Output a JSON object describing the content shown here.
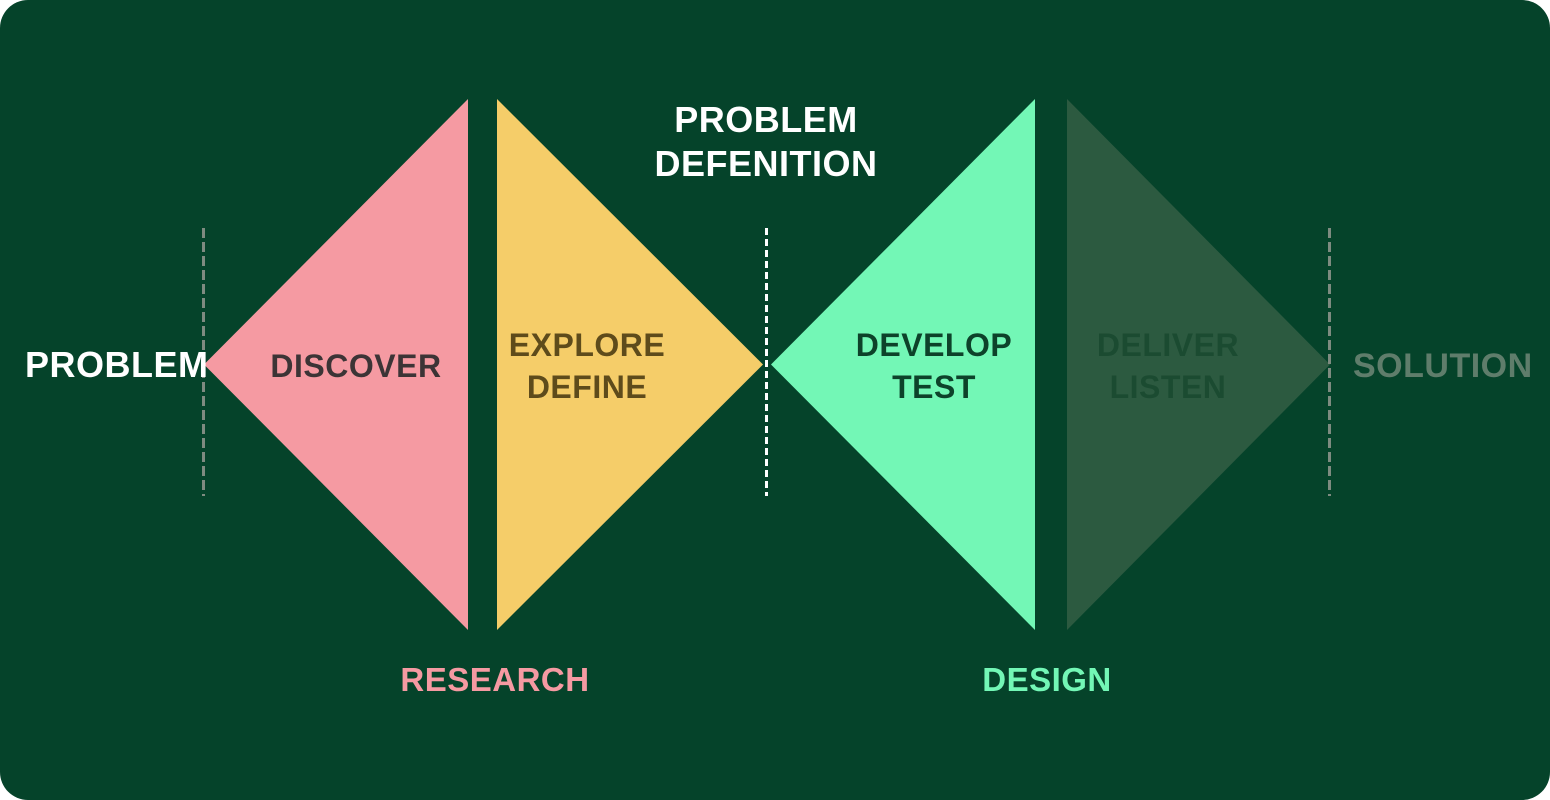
{
  "diagram": {
    "type": "double-diamond-design-process",
    "title_line1": "PROBLEM",
    "title_line2": "DEFENITION",
    "endpoints": {
      "left": "PROBLEM",
      "right": "SOLUTION"
    },
    "stages": [
      {
        "id": "discover",
        "line1": "DISCOVER",
        "line2": null,
        "fill": "#f59aa2",
        "text_color": "#3c3436"
      },
      {
        "id": "explore-define",
        "line1": "EXPLORE",
        "line2": "DEFINE",
        "fill": "#f5cd69",
        "text_color": "#5e4b1b"
      },
      {
        "id": "develop-test",
        "line1": "DEVELOP",
        "line2": "TEST",
        "fill": "#73f7b6",
        "text_color": "#0d422a"
      },
      {
        "id": "deliver-listen",
        "line1": "DELIVER",
        "line2": "LISTEN",
        "fill": "#2c5a40",
        "text_color": "#1b4b31"
      }
    ],
    "phases": {
      "research": {
        "label": "RESEARCH",
        "color": "#f59aa2"
      },
      "design": {
        "label": "DESIGN",
        "color": "#73f7b6"
      }
    },
    "colors": {
      "background": "#05432a",
      "divider_side": "#7e8b80",
      "divider_center": "#ffffff",
      "title_text": "#ffffff",
      "problem_text": "#ffffff",
      "solution_text": "#5f7d6b"
    }
  }
}
